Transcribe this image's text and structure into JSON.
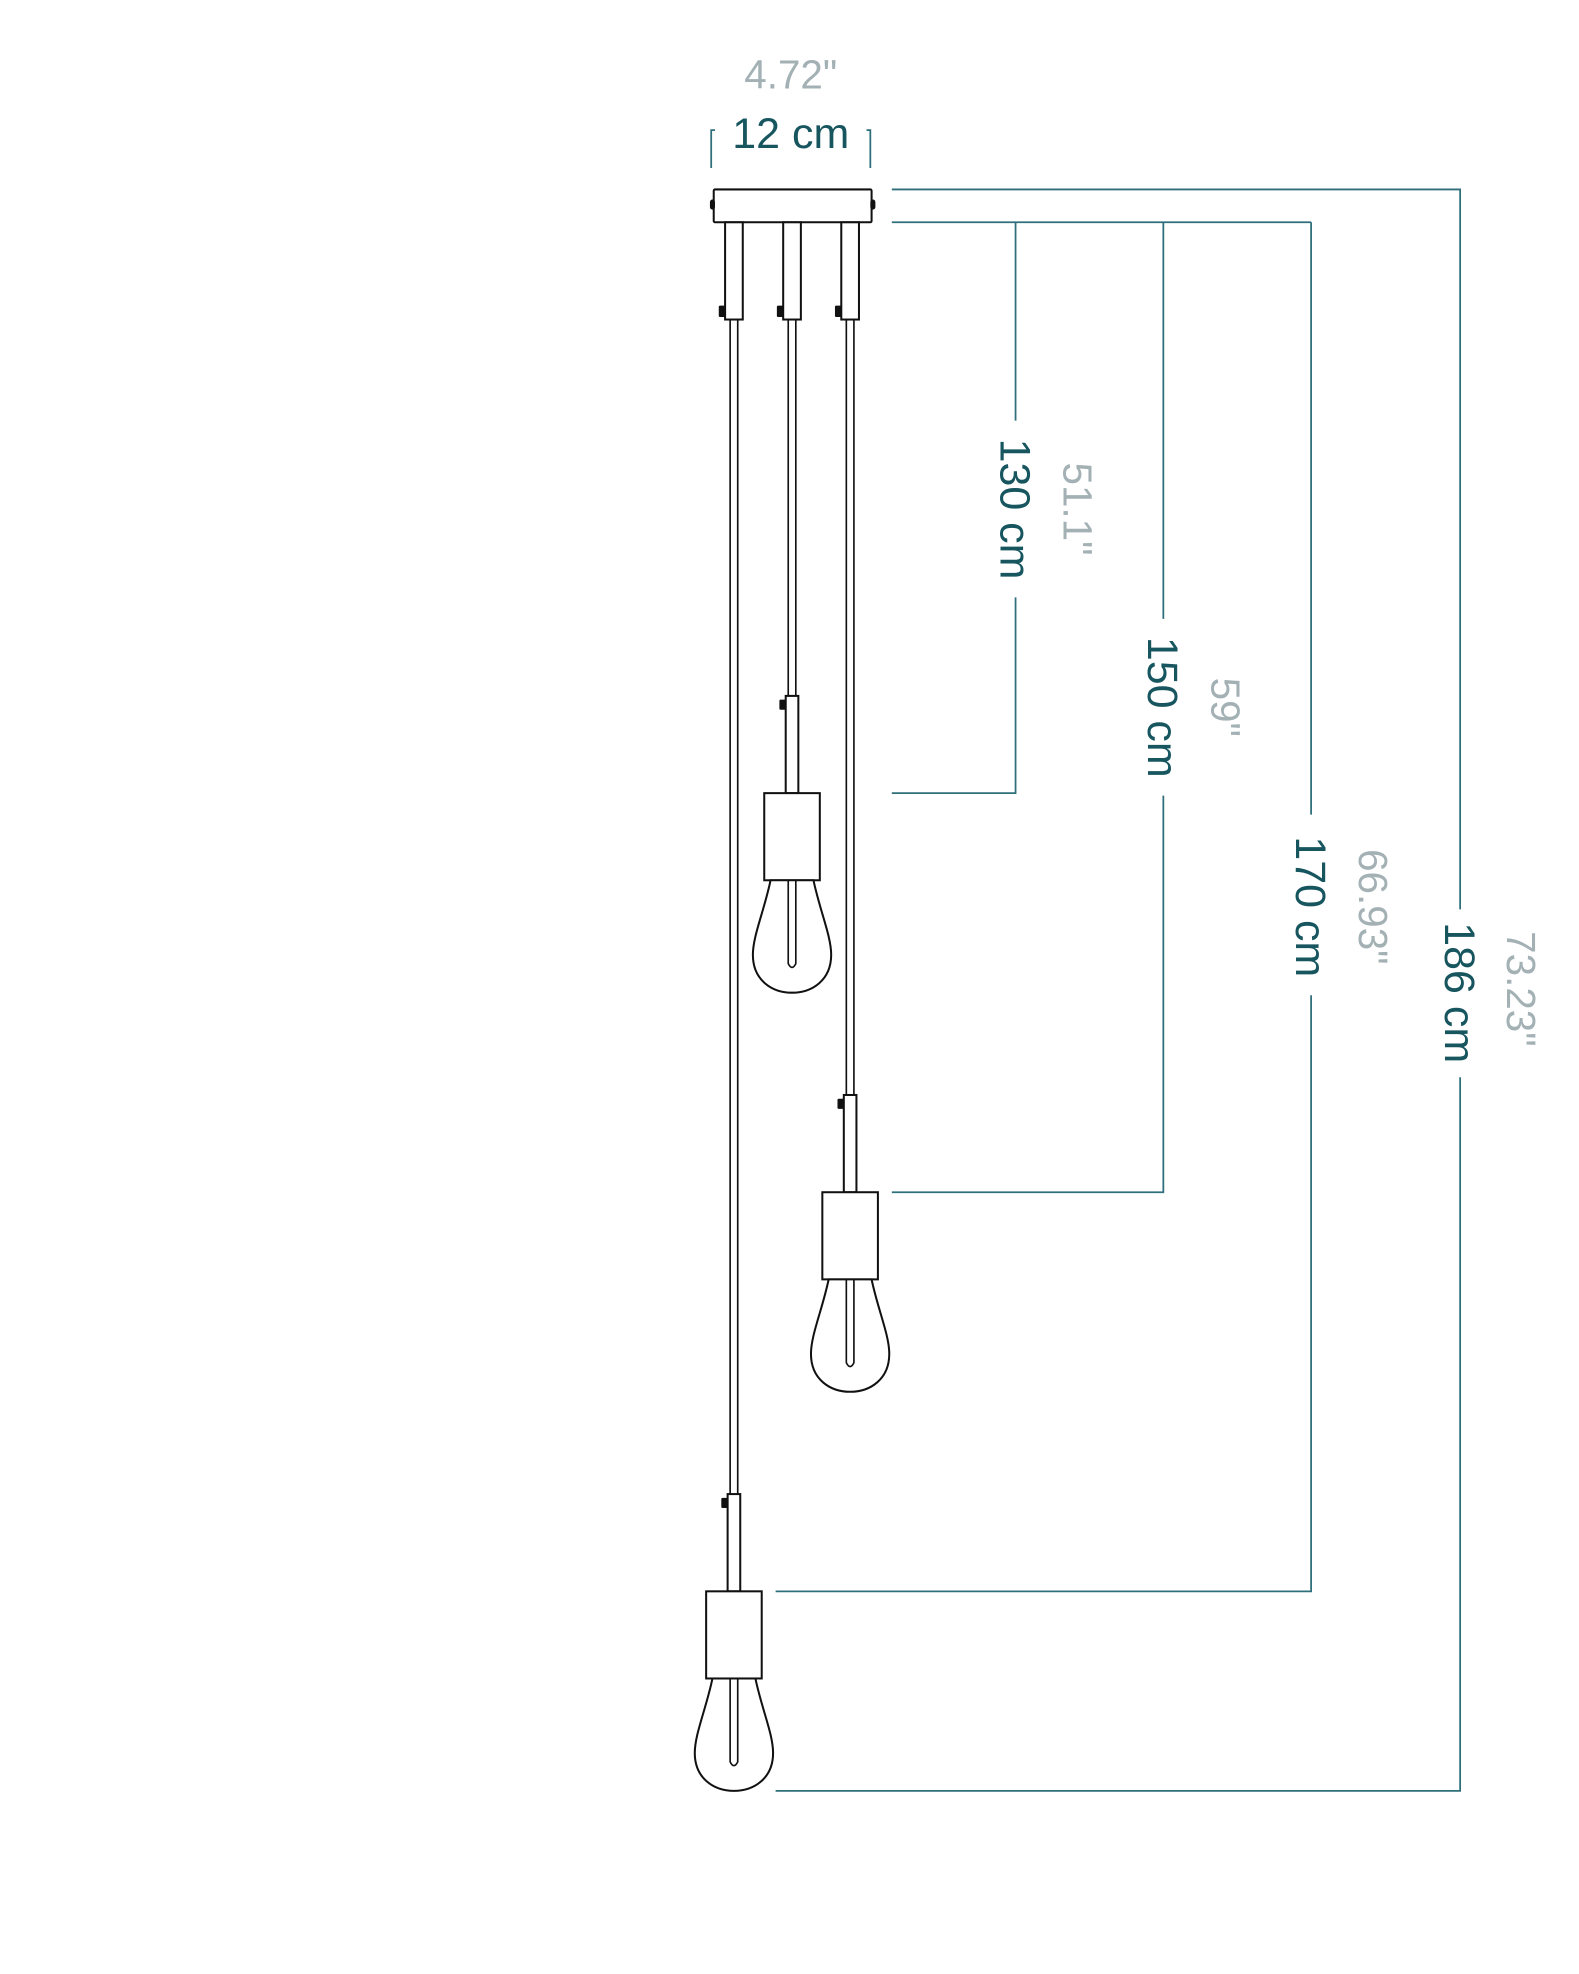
{
  "width": {
    "inches": "4.72\"",
    "cm": "12 cm"
  },
  "drops": [
    {
      "cm": "130 cm",
      "inches": "51.1\""
    },
    {
      "cm": "150 cm",
      "inches": "59\""
    },
    {
      "cm": "170 cm",
      "inches": "66.93\""
    },
    {
      "cm": "186 cm",
      "inches": "73.23\""
    }
  ],
  "colors": {
    "cm_text": "#17555f",
    "inch_text": "#a3b1b5",
    "dimension_line": "#2f6f7c",
    "drawing": "#111111"
  }
}
